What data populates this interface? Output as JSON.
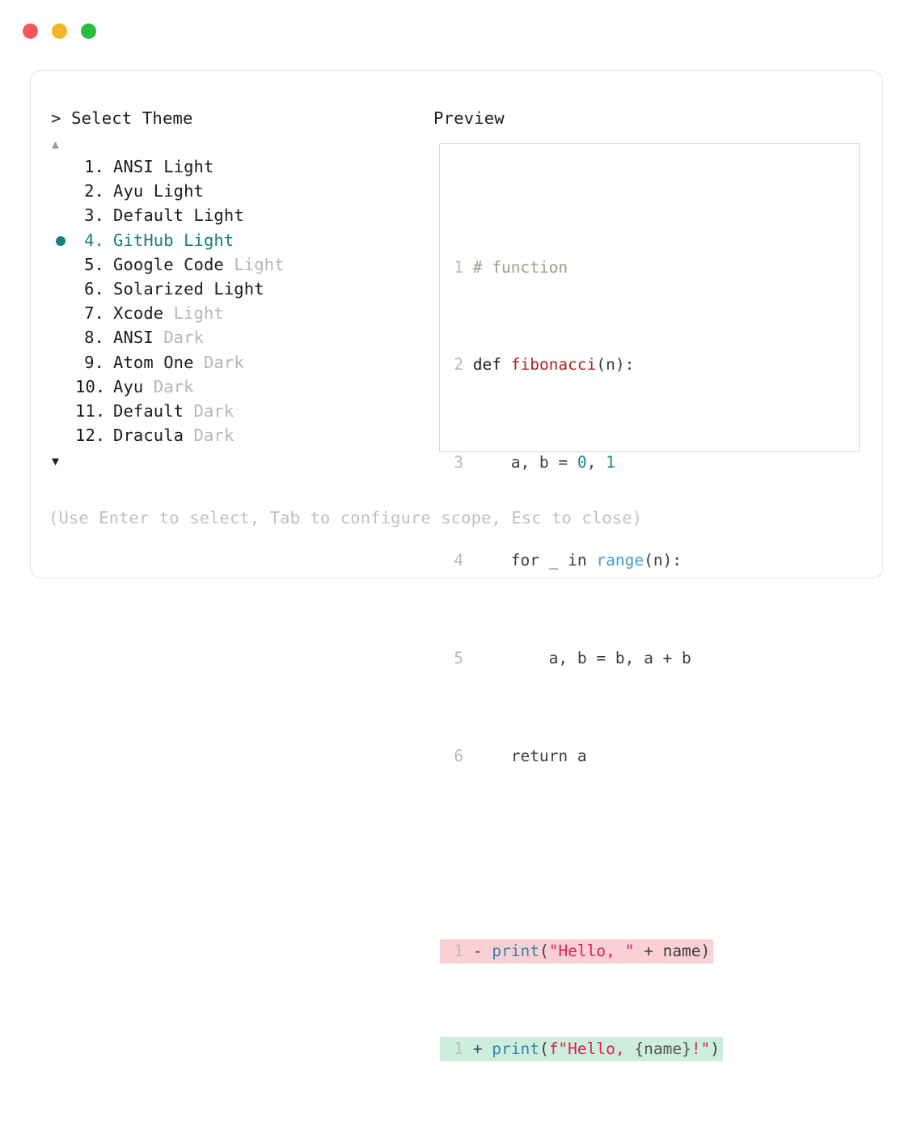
{
  "window": {
    "traffic_lights": [
      {
        "name": "close-button",
        "color": "#f4585b"
      },
      {
        "name": "minimize-button",
        "color": "#f5b427"
      },
      {
        "name": "maximize-button",
        "color": "#28bf3d"
      }
    ]
  },
  "prompt": {
    "marker": ">",
    "title": "Select Theme",
    "header_text": "> Select Theme"
  },
  "preview": {
    "label": "Preview"
  },
  "scroll": {
    "up_arrow": "▲",
    "down_arrow": "▼"
  },
  "accent": {
    "selected": "#16807e",
    "dim": "#b6b6b6",
    "hint": "#c0c0c0"
  },
  "themes": [
    {
      "index": "1.",
      "name": "ANSI",
      "suffix": " Light",
      "suffix_dim": false,
      "selected": false
    },
    {
      "index": "2.",
      "name": "Ayu",
      "suffix": " Light",
      "suffix_dim": false,
      "selected": false
    },
    {
      "index": "3.",
      "name": "Default",
      "suffix": " Light",
      "suffix_dim": false,
      "selected": false
    },
    {
      "index": "4.",
      "name": "GitHub",
      "suffix": " Light",
      "suffix_dim": false,
      "selected": true
    },
    {
      "index": "5.",
      "name": "Google Code",
      "suffix": " Light",
      "suffix_dim": true,
      "selected": false
    },
    {
      "index": "6.",
      "name": "Solarized",
      "suffix": " Light",
      "suffix_dim": false,
      "selected": false
    },
    {
      "index": "7.",
      "name": "Xcode",
      "suffix": " Light",
      "suffix_dim": true,
      "selected": false
    },
    {
      "index": "8.",
      "name": "ANSI",
      "suffix": " Dark",
      "suffix_dim": true,
      "selected": false
    },
    {
      "index": "9.",
      "name": "Atom One",
      "suffix": " Dark",
      "suffix_dim": true,
      "selected": false
    },
    {
      "index": "10.",
      "name": "Ayu",
      "suffix": " Dark",
      "suffix_dim": true,
      "selected": false
    },
    {
      "index": "11.",
      "name": "Default",
      "suffix": " Dark",
      "suffix_dim": true,
      "selected": false
    },
    {
      "index": "12.",
      "name": "Dracula",
      "suffix": " Dark",
      "suffix_dim": true,
      "selected": false
    }
  ],
  "hint": {
    "text": "(Use Enter to select, Tab to configure scope, Esc to close)"
  },
  "code": {
    "lines": [
      {
        "n": "1",
        "text": "# function"
      },
      {
        "n": "2",
        "text": "def fibonacci(n):"
      },
      {
        "n": "3",
        "text": "    a, b = 0, 1"
      },
      {
        "n": "4",
        "text": "    for _ in range(n):"
      },
      {
        "n": "5",
        "text": "        a, b = b, a + b"
      },
      {
        "n": "6",
        "text": "    return a"
      }
    ],
    "diff": [
      {
        "n": "1",
        "marker": "-",
        "text": "print(\"Hello, \" + name)",
        "kind": "delete"
      },
      {
        "n": "1",
        "marker": "+",
        "text": "print(f\"Hello, {name}!\")",
        "kind": "add"
      }
    ]
  },
  "code_tokens": {
    "l1_comment": "# function",
    "l2_kw": "def ",
    "l2_fn": "fibonacci",
    "l2_rest": "(n):",
    "l3_indent": "    a, b = ",
    "l3_num0": "0",
    "l3_mid": ", ",
    "l3_num1": "1",
    "l4_indent": "    for _ in ",
    "l4_builtin": "range",
    "l4_rest": "(n):",
    "l5_text": "        a, b = b, a + b",
    "l6_text": "    return a",
    "d1_sign": "- ",
    "d1_call": "print",
    "d1_open": "(",
    "d1_str": "\"Hello, \"",
    "d1_op": " + name",
    "d1_close": ")",
    "d2_sign": "+ ",
    "d2_call": "print",
    "d2_open": "(",
    "d2_str_a": "f\"Hello, ",
    "d2_brace": "{name}",
    "d2_str_b": "!\"",
    "d2_close": ")"
  }
}
